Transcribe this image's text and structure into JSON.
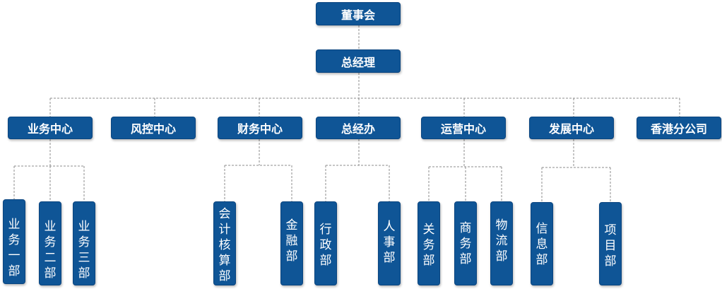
{
  "org_chart": {
    "board": "董事会",
    "gm": "总经理",
    "centers": [
      "业务中心",
      "风控中心",
      "财务中心",
      "总经办",
      "运营中心",
      "发展中心",
      "香港分公司"
    ],
    "departments": {
      "business": [
        "业务一部",
        "业务二部",
        "业务三部"
      ],
      "finance": [
        "会计核算部",
        "金融部"
      ],
      "gm_office": [
        "行政部",
        "人事部"
      ],
      "operations": [
        "关务部",
        "商务部",
        "物流部"
      ],
      "development": [
        "信息部",
        "项目部"
      ]
    }
  },
  "colors": {
    "box_fill": "#0f5596",
    "box_text": "#ffffff",
    "connector": "#8c8c8c"
  }
}
